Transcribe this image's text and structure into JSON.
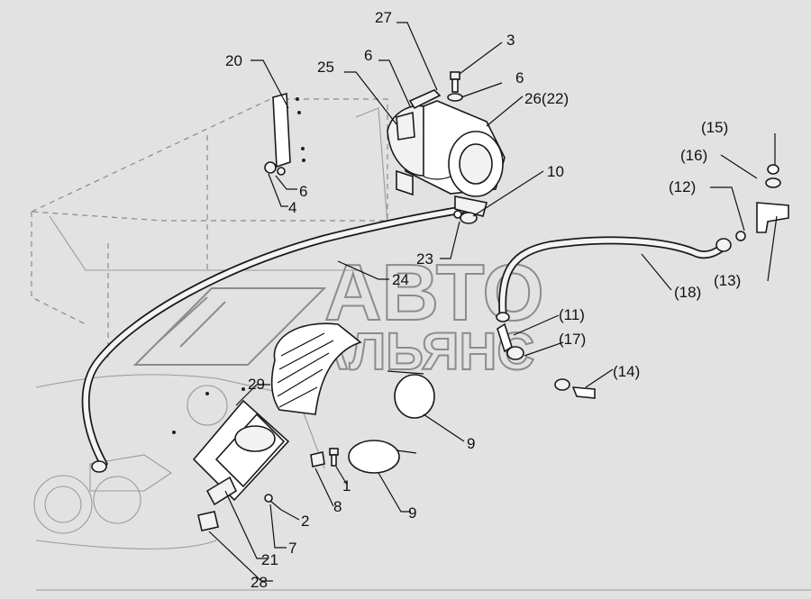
{
  "diagram": {
    "callouts": {
      "c1": "1",
      "c2": "2",
      "c3": "3",
      "c4": "4",
      "c6a": "6",
      "c6b": "6",
      "c6c": "6",
      "c7": "7",
      "c8": "8",
      "c9a": "9",
      "c9b": "9",
      "c10": "10",
      "c11": "(11)",
      "c12": "(12)",
      "c13": "(13)",
      "c14": "(14)",
      "c15": "(15)",
      "c16": "(16)",
      "c17": "(17)",
      "c18": "(18)",
      "c20": "20",
      "c21": "21",
      "c23": "23",
      "c24": "24",
      "c25": "25",
      "c26": "26(22)",
      "c27": "27",
      "c28": "28",
      "c29": "29"
    },
    "watermark": {
      "line1": "АВТО",
      "line2": "АЛЬЯНС"
    }
  }
}
